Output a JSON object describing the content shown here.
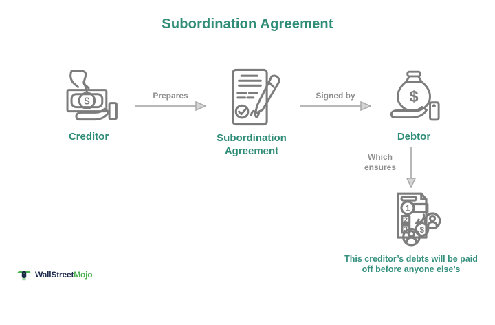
{
  "title": "Subordination Agreement",
  "flow": {
    "creditor": {
      "label": "Creditor",
      "icon": "hand-giving-money-icon"
    },
    "agreement": {
      "label": "Subordination Agreement",
      "icon": "signed-document-icon"
    },
    "debtor": {
      "label": "Debtor",
      "icon": "money-bag-in-hand-icon"
    },
    "outcome": {
      "icon": "priority-list-icon",
      "caption_line1": "This creditor’s debts will be paid",
      "caption_line2": "off before anyone else’s"
    }
  },
  "arrows": {
    "prepares": {
      "label": "Prepares",
      "icon": "arrow-right-icon"
    },
    "signed_by": {
      "label": "Signed by",
      "icon": "arrow-right-icon"
    },
    "which_ensures": {
      "label": "Which ensures",
      "icon": "arrow-down-icon"
    }
  },
  "logo": {
    "icon": "wallstreetmojo-bull-logo-icon",
    "text_primary": "WallStreet",
    "text_secondary": "Mojo"
  },
  "colors": {
    "teal_text": "#2E8C77",
    "caption_teal": "#35917E",
    "gray_label": "#8F8F8F",
    "icon_stroke": "#7C7C7C",
    "arrow_gray": "#B8B8B8",
    "logo_navy": "#1B2A4A",
    "logo_green": "#4CAF50",
    "background": "#FFFFFF"
  }
}
